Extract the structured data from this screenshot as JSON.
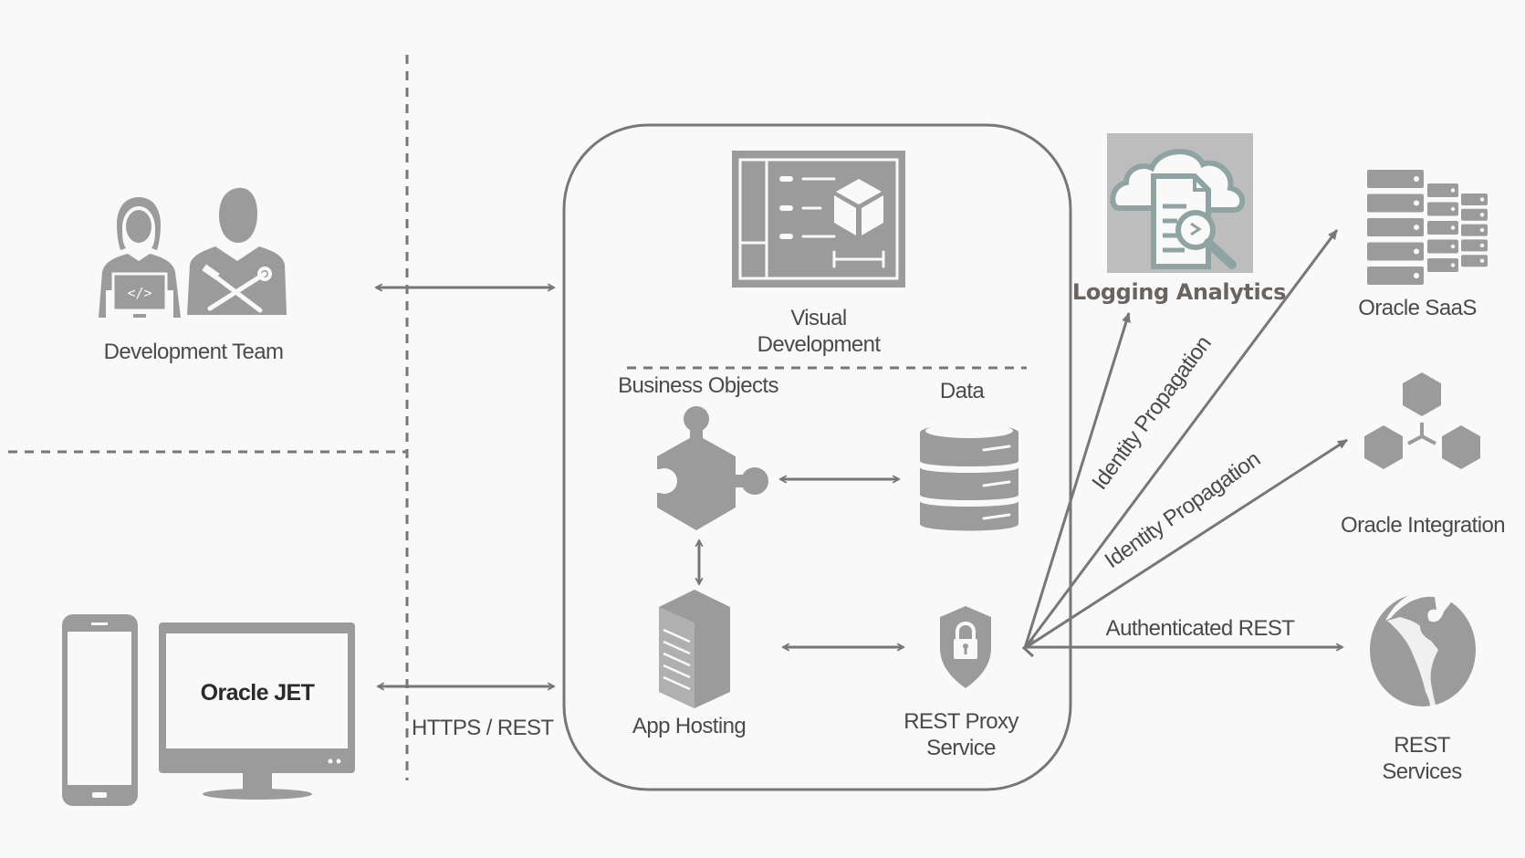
{
  "diagram": {
    "type": "architecture",
    "colors": {
      "background": "#f9f9f9",
      "icon": "#9b9b9b",
      "line": "#777777",
      "text": "#4a4a4a",
      "logging_tile": "#bdbdbd",
      "logging_icon": "#8fa3a3",
      "logging_text": "#6b6360"
    },
    "clients": {
      "development_team": {
        "label": "Development Team",
        "icon": "developer-team-icon"
      },
      "oracle_jet": {
        "label": "Oracle JET",
        "icon": "phone-and-monitor-icon"
      }
    },
    "connections": {
      "dev_to_platform": {
        "label": "",
        "direction": "bidirectional"
      },
      "jet_to_platform": {
        "label": "HTTPS / REST",
        "direction": "bidirectional"
      }
    },
    "platform": {
      "visual_development": {
        "label_line1": "Visual",
        "label_line2": "Development",
        "icon": "visual-builder-icon"
      },
      "business_objects": {
        "label": "Business Objects",
        "icon": "puzzle-piece-icon"
      },
      "data": {
        "label": "Data",
        "icon": "database-icon"
      },
      "app_hosting": {
        "label": "App Hosting",
        "icon": "server-tower-icon"
      },
      "rest_proxy": {
        "label_line1": "REST Proxy",
        "label_line2": "Service",
        "icon": "shield-lock-icon"
      }
    },
    "external": {
      "logging_analytics": {
        "label": "Logging Analytics",
        "icon": "cloud-log-search-icon"
      },
      "oracle_saas": {
        "label": "Oracle SaaS",
        "icon": "server-stacks-icon"
      },
      "oracle_integration": {
        "label": "Oracle Integration",
        "icon": "hexagon-network-icon"
      },
      "rest_services": {
        "label_line1": "REST",
        "label_line2": "Services",
        "icon": "globe-icon"
      }
    },
    "outbound": {
      "to_logging": {
        "label": ""
      },
      "to_saas": {
        "label": "Identity Propagation"
      },
      "to_integration": {
        "label": "Identity Propagation"
      },
      "to_rest": {
        "label": "Authenticated REST"
      }
    }
  }
}
